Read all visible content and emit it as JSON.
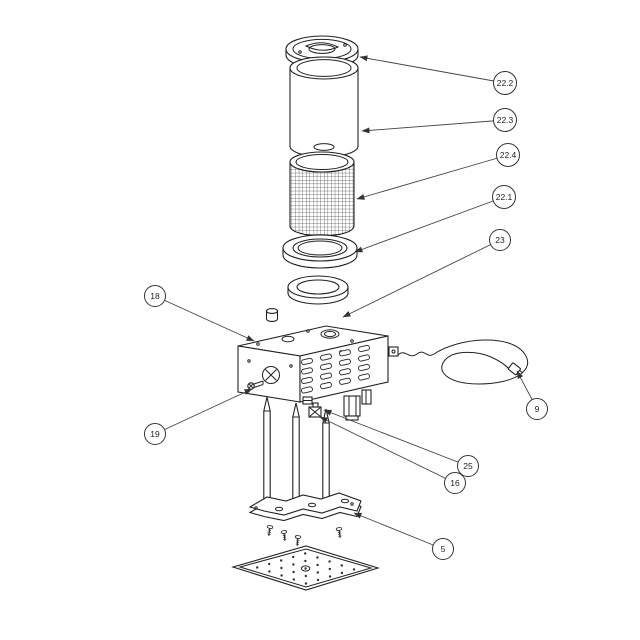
{
  "page": {
    "background": "#ffffff"
  },
  "diagram": {
    "kind": "exploded-assembly-drawing",
    "colors": {
      "ink": "#222222",
      "leader": "#444444",
      "balloon_stroke": "#333333"
    },
    "callouts": [
      {
        "label": "22.2"
      },
      {
        "label": "22.3"
      },
      {
        "label": "22.4"
      },
      {
        "label": "22.1"
      },
      {
        "label": "23"
      },
      {
        "label": "18"
      },
      {
        "label": "19"
      },
      {
        "label": "9"
      },
      {
        "label": "25"
      },
      {
        "label": "16"
      },
      {
        "label": "5"
      }
    ]
  }
}
